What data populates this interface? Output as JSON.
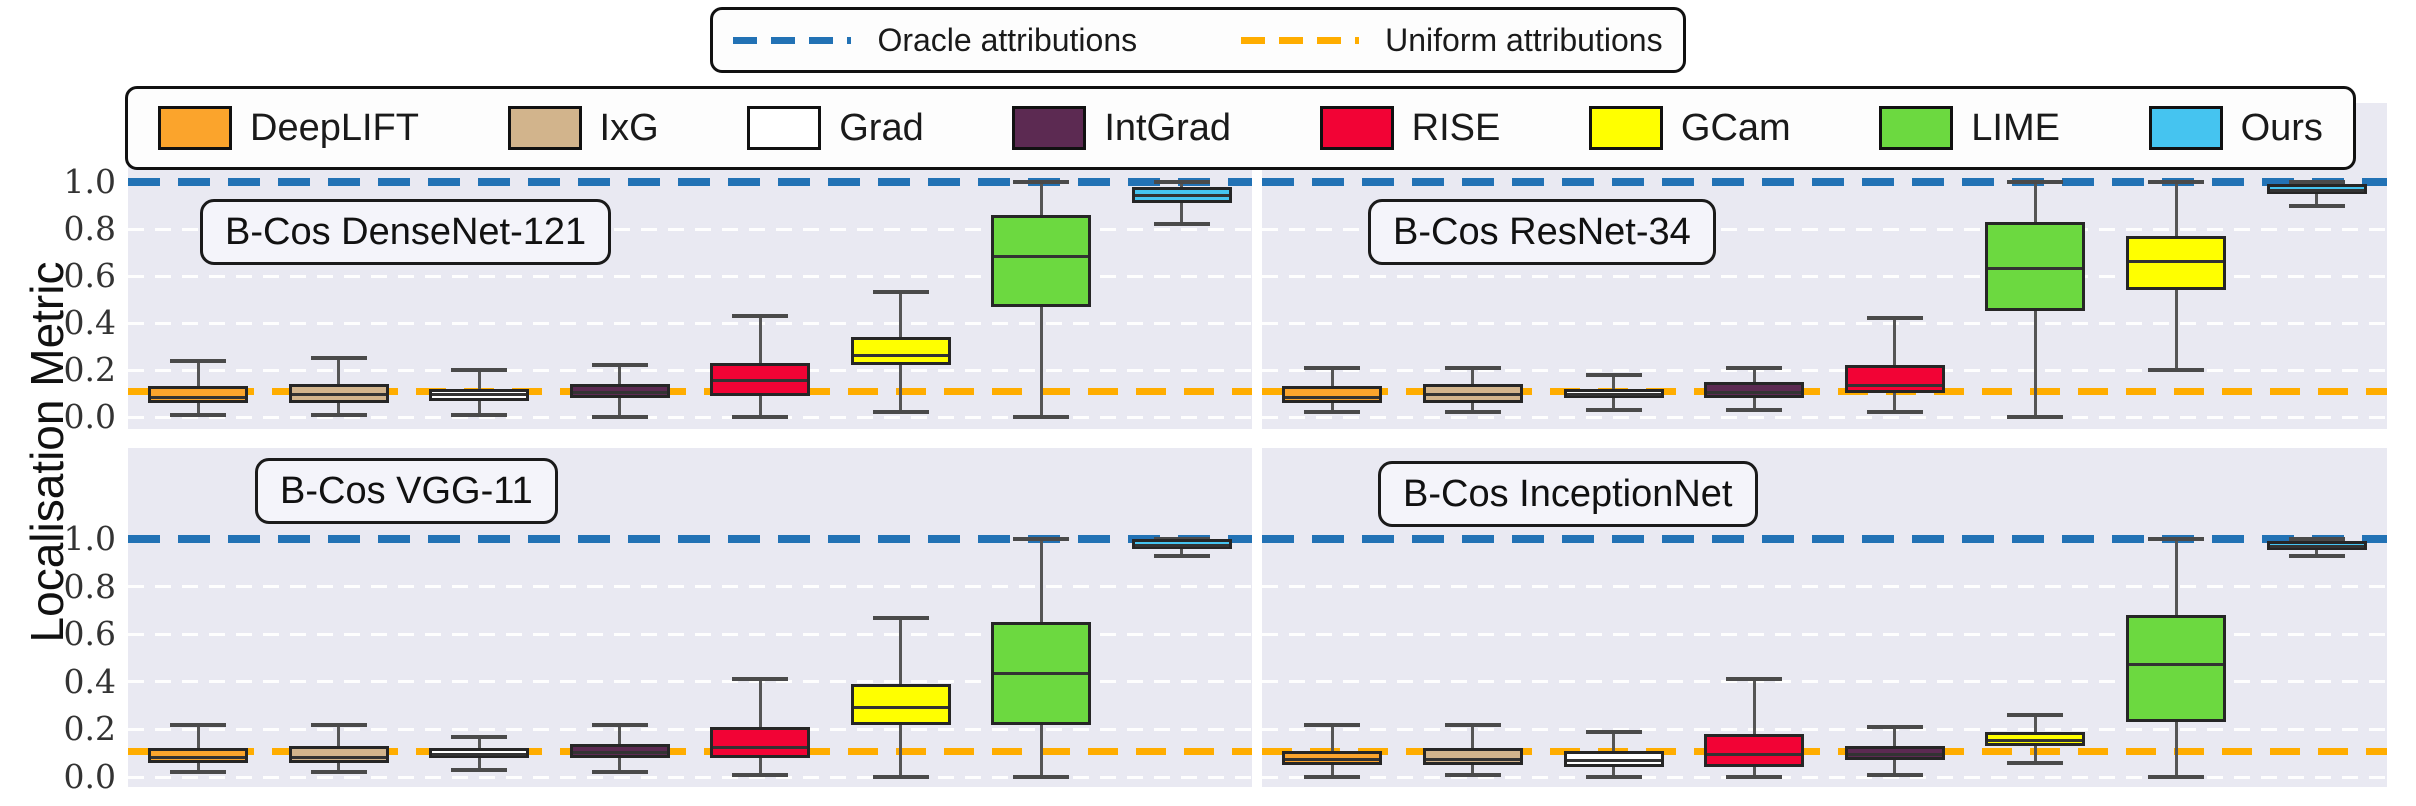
{
  "chart_data": {
    "type": "boxplot",
    "ylabel": "Localisation Metric",
    "yticks": [
      "0.0",
      "0.2",
      "0.4",
      "0.6",
      "0.8",
      "1.0"
    ],
    "ytick_values": [
      0.0,
      0.2,
      0.4,
      0.6,
      0.8,
      1.0
    ],
    "ylim": [
      -0.05,
      1.35
    ],
    "grid": "horizontal-white-dashed",
    "legend_position": "top",
    "box_stats_format": [
      "whisker_low",
      "q1",
      "median",
      "q3",
      "whisker_high"
    ],
    "reference_lines": [
      {
        "name": "oracle",
        "label": "Oracle attributions",
        "value": 1.0,
        "color": "#2272B5",
        "style": "dashed"
      },
      {
        "name": "uniform",
        "label": "Uniform attributions",
        "value": 0.107,
        "color": "#FFAD00",
        "style": "dashed"
      }
    ],
    "methods": [
      {
        "name": "DeepLIFT",
        "color": "#FBA42C"
      },
      {
        "name": "IxG",
        "color": "#D2B48C"
      },
      {
        "name": "Grad",
        "color": "#FFFFFF"
      },
      {
        "name": "IntGrad",
        "color": "#5C2A52"
      },
      {
        "name": "RISE",
        "color": "#F20335"
      },
      {
        "name": "GCam",
        "color": "#FFFF00"
      },
      {
        "name": "LIME",
        "color": "#6CD940"
      },
      {
        "name": "Ours",
        "color": "#45C4F0"
      }
    ],
    "panels": [
      {
        "title": "B-Cos DenseNet-121",
        "boxes": [
          {
            "method": "DeepLIFT",
            "stats": [
              0.01,
              0.06,
              0.09,
              0.13,
              0.24
            ]
          },
          {
            "method": "IxG",
            "stats": [
              0.01,
              0.06,
              0.1,
              0.14,
              0.25
            ]
          },
          {
            "method": "Grad",
            "stats": [
              0.01,
              0.07,
              0.1,
              0.12,
              0.2
            ]
          },
          {
            "method": "IntGrad",
            "stats": [
              0.0,
              0.08,
              0.11,
              0.14,
              0.22
            ]
          },
          {
            "method": "RISE",
            "stats": [
              0.0,
              0.09,
              0.16,
              0.23,
              0.43
            ]
          },
          {
            "method": "GCam",
            "stats": [
              0.02,
              0.22,
              0.27,
              0.34,
              0.53
            ]
          },
          {
            "method": "LIME",
            "stats": [
              0.0,
              0.47,
              0.69,
              0.86,
              1.0
            ]
          },
          {
            "method": "Ours",
            "stats": [
              0.82,
              0.91,
              0.95,
              0.98,
              1.0
            ]
          }
        ]
      },
      {
        "title": "B-Cos ResNet-34",
        "boxes": [
          {
            "method": "DeepLIFT",
            "stats": [
              0.02,
              0.06,
              0.09,
              0.13,
              0.21
            ]
          },
          {
            "method": "IxG",
            "stats": [
              0.02,
              0.06,
              0.1,
              0.14,
              0.21
            ]
          },
          {
            "method": "Grad",
            "stats": [
              0.03,
              0.08,
              0.1,
              0.12,
              0.18
            ]
          },
          {
            "method": "IntGrad",
            "stats": [
              0.03,
              0.08,
              0.11,
              0.15,
              0.21
            ]
          },
          {
            "method": "RISE",
            "stats": [
              0.02,
              0.1,
              0.14,
              0.22,
              0.42
            ]
          },
          {
            "method": "LIME",
            "stats": [
              0.0,
              0.45,
              0.64,
              0.83,
              1.0
            ]
          },
          {
            "method": "GCam",
            "stats": [
              0.2,
              0.54,
              0.67,
              0.77,
              1.0
            ]
          },
          {
            "method": "Ours",
            "stats": [
              0.9,
              0.95,
              0.97,
              0.99,
              1.0
            ]
          }
        ]
      },
      {
        "title": "B-Cos VGG-11",
        "boxes": [
          {
            "method": "DeepLIFT",
            "stats": [
              0.02,
              0.06,
              0.09,
              0.12,
              0.22
            ]
          },
          {
            "method": "IxG",
            "stats": [
              0.02,
              0.06,
              0.09,
              0.13,
              0.22
            ]
          },
          {
            "method": "Grad",
            "stats": [
              0.03,
              0.08,
              0.1,
              0.12,
              0.17
            ]
          },
          {
            "method": "IntGrad",
            "stats": [
              0.02,
              0.08,
              0.11,
              0.14,
              0.22
            ]
          },
          {
            "method": "RISE",
            "stats": [
              0.01,
              0.08,
              0.13,
              0.21,
              0.41
            ]
          },
          {
            "method": "GCam",
            "stats": [
              0.0,
              0.22,
              0.3,
              0.39,
              0.67
            ]
          },
          {
            "method": "LIME",
            "stats": [
              0.0,
              0.22,
              0.44,
              0.65,
              1.0
            ]
          },
          {
            "method": "Ours",
            "stats": [
              0.93,
              0.96,
              0.98,
              1.0,
              1.0
            ]
          }
        ]
      },
      {
        "title": "B-Cos InceptionNet",
        "boxes": [
          {
            "method": "DeepLIFT",
            "stats": [
              0.0,
              0.05,
              0.08,
              0.11,
              0.22
            ]
          },
          {
            "method": "IxG",
            "stats": [
              0.01,
              0.05,
              0.08,
              0.12,
              0.22
            ]
          },
          {
            "method": "Grad",
            "stats": [
              0.0,
              0.04,
              0.075,
              0.11,
              0.19
            ]
          },
          {
            "method": "RISE",
            "stats": [
              0.0,
              0.04,
              0.1,
              0.18,
              0.41
            ]
          },
          {
            "method": "IntGrad",
            "stats": [
              0.01,
              0.07,
              0.1,
              0.13,
              0.21
            ]
          },
          {
            "method": "GCam",
            "stats": [
              0.06,
              0.13,
              0.16,
              0.19,
              0.26
            ]
          },
          {
            "method": "LIME",
            "stats": [
              0.0,
              0.23,
              0.48,
              0.68,
              1.0
            ]
          },
          {
            "method": "Ours",
            "stats": [
              0.93,
              0.955,
              0.975,
              0.99,
              1.0
            ]
          }
        ]
      }
    ]
  }
}
